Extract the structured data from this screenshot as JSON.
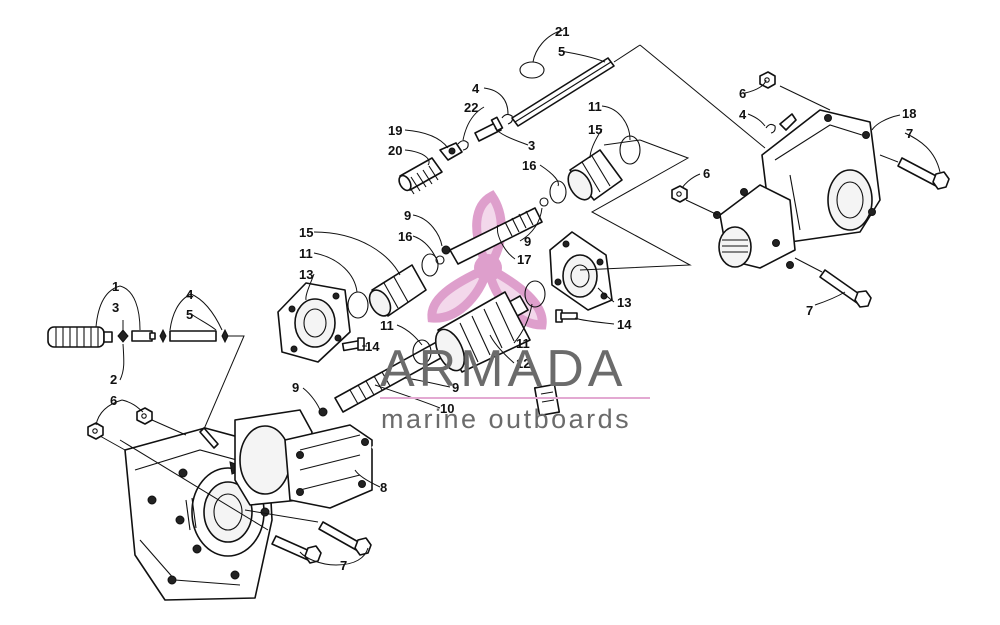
{
  "callouts": {
    "c1": "1",
    "c2": "2",
    "c3a": "3",
    "c3b": "3",
    "c4a": "4",
    "c4b": "4",
    "c4c": "4",
    "c5a": "5",
    "c5b": "5",
    "c6a": "6",
    "c6b": "6",
    "c6c": "6",
    "c7a": "7",
    "c7b": "7",
    "c7c": "7",
    "c8": "8",
    "c9a": "9",
    "c9b": "9",
    "c9c": "9",
    "c9d": "9",
    "c10": "10",
    "c11a": "11",
    "c11b": "11",
    "c11c": "11",
    "c11d": "11",
    "c12": "12",
    "c13a": "13",
    "c13b": "13",
    "c14a": "14",
    "c14b": "14",
    "c15a": "15",
    "c15b": "15",
    "c16a": "16",
    "c16b": "16",
    "c17": "17",
    "c18": "18",
    "c19": "19",
    "c20": "20",
    "c21": "21",
    "c22": "22"
  },
  "watermark": {
    "title": "ARMADA",
    "subtitle": "marine outboards",
    "colors": {
      "text": "#6b6b6b",
      "logo": "#d98fc4",
      "rule": "#e3a9d2"
    }
  }
}
